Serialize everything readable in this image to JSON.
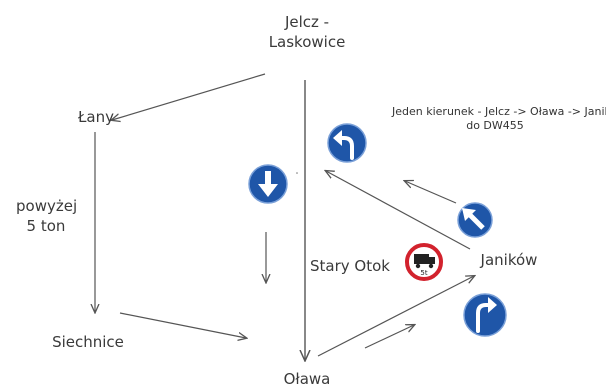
{
  "places": {
    "jelcz_line1": "Jelcz -",
    "jelcz_line2": "Laskowice",
    "lany": "Łany",
    "siechnice": "Siechnice",
    "olawa": "Oława",
    "stary_otok": "Stary Otok",
    "janikow": "Janików"
  },
  "weight_note": {
    "line1": "powyżej",
    "line2": "5 ton"
  },
  "route_note": {
    "line1": "Jeden kierunek - Jelcz -> Oława -> Janików -",
    "line2": "do DW455"
  },
  "signs": {
    "truck_sign_text": "5t",
    "colors": {
      "sign_blue": "#1f56a8",
      "prohibition_red": "#d2222d",
      "arrow_line": "#555555"
    },
    "icons": [
      "turn-left-arrow-icon",
      "down-arrow-icon",
      "no-trucks-icon",
      "up-left-arrow-icon",
      "turn-right-arrow-icon"
    ]
  }
}
